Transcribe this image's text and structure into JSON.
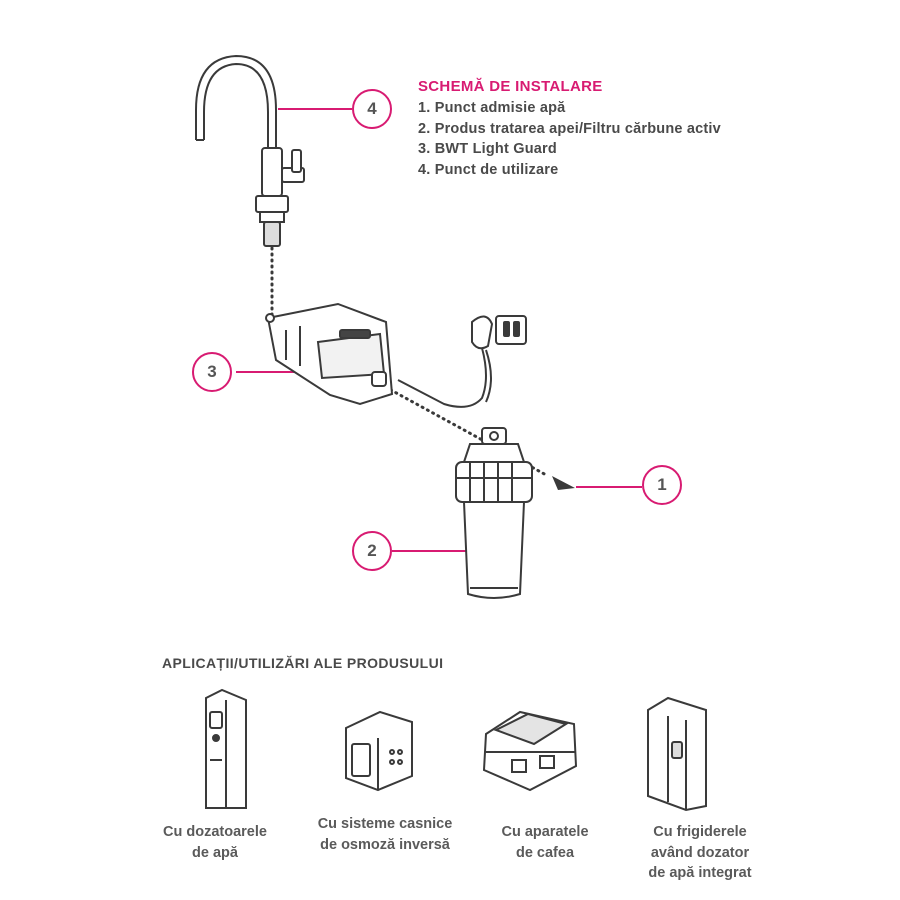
{
  "legend": {
    "title": "SCHEMĂ DE INSTALARE",
    "items": [
      "1. Punct admisie apă",
      "2. Produs tratarea apei/Filtru cărbune activ",
      "3. BWT Light Guard",
      "4. Punct de utilizare"
    ]
  },
  "callouts": {
    "c1": "1",
    "c2": "2",
    "c3": "3",
    "c4": "4"
  },
  "applications": {
    "title": "APLICAȚII/UTILIZĂRI ALE PRODUSULUI",
    "items": [
      {
        "line1": "Cu dozatoarele",
        "line2": "de apă",
        "line3": ""
      },
      {
        "line1": "Cu sisteme casnice",
        "line2": "de osmoză inversă",
        "line3": ""
      },
      {
        "line1": "Cu aparatele",
        "line2": "de cafea",
        "line3": ""
      },
      {
        "line1": "Cu frigiderele",
        "line2": "având dozator",
        "line3": "de apă integrat"
      }
    ]
  },
  "colors": {
    "accent": "#d81b72",
    "line_art": "#3a3a3a",
    "text": "#4a4a4a"
  }
}
